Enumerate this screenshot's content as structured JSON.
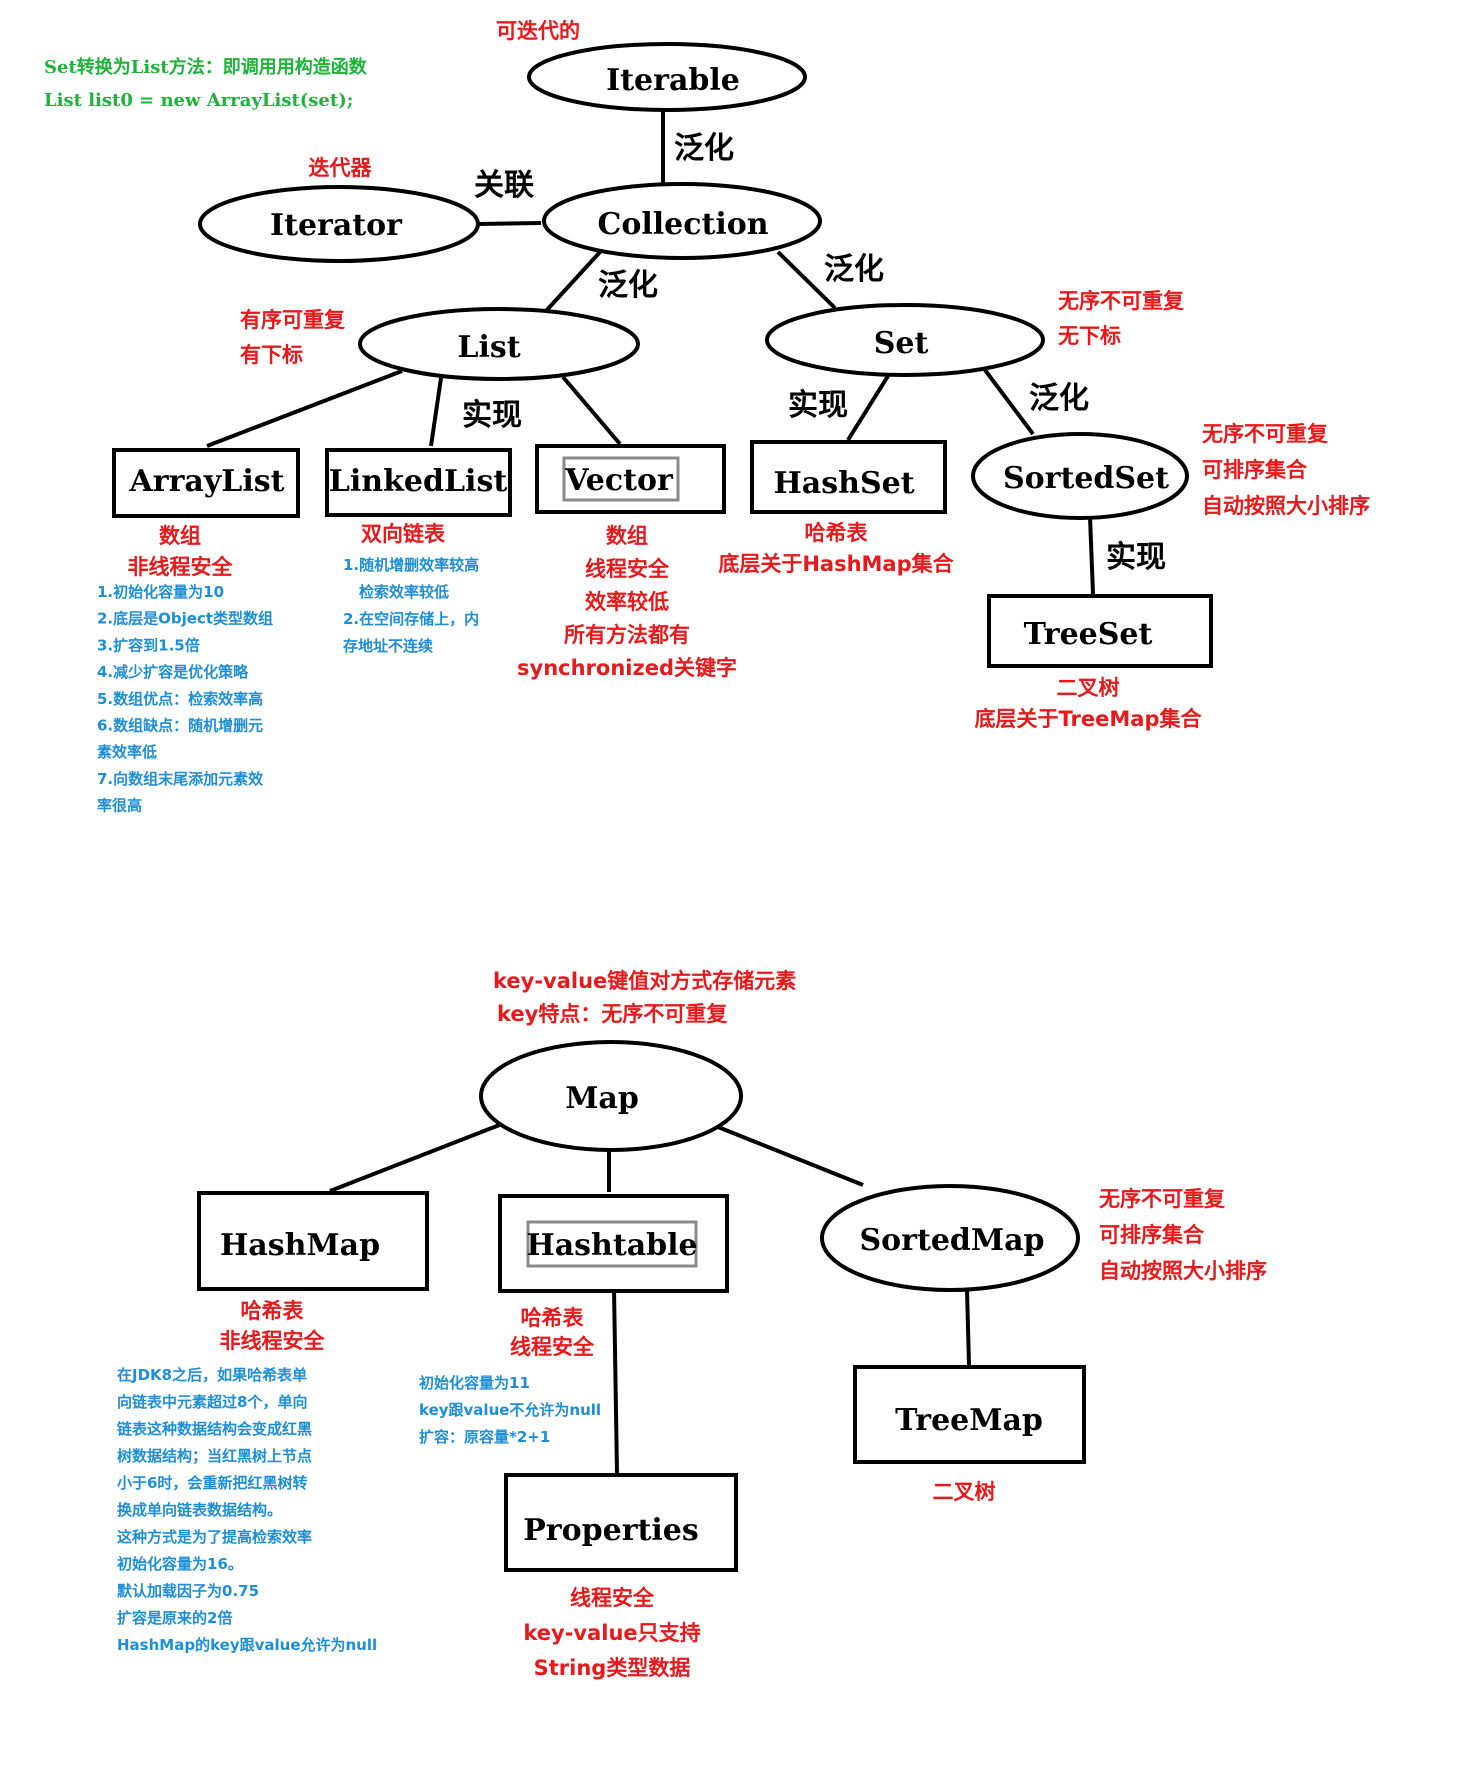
{
  "top_note": [
    "Set转换为List方法：即调用用构造函数",
    "List list0 = new ArrayList(set);"
  ],
  "nodes": {
    "iterable": "Iterable",
    "iterator": "Iterator",
    "collection": "Collection",
    "list": "List",
    "set": "Set",
    "arraylist": "ArrayList",
    "linkedlist": "LinkedList",
    "vector": "Vector",
    "hashset": "HashSet",
    "sortedset": "SortedSet",
    "treeset": "TreeSet",
    "map": "Map",
    "hashmap": "HashMap",
    "hashtable": "Hashtable",
    "sortedmap": "SortedMap",
    "treemap": "TreeMap",
    "properties": "Properties"
  },
  "edge_labels": {
    "iterable_collection": "泛化",
    "iterator_collection": "关联",
    "collection_list": "泛化",
    "collection_set": "泛化",
    "list_impl": "实现",
    "set_hashset": "实现",
    "set_sortedset": "泛化",
    "sortedset_treeset": "实现"
  },
  "notes": {
    "iterable": [
      "可迭代的"
    ],
    "iterator": [
      "迭代器"
    ],
    "list": [
      "有序可重复",
      "有下标"
    ],
    "set": [
      "无序不可重复",
      "无下标"
    ],
    "sortedset": [
      "无序不可重复",
      "可排序集合",
      "自动按照大小排序"
    ],
    "arraylist": [
      "数组",
      "非线程安全"
    ],
    "arraylist_detail": [
      "1.初始化容量为10",
      "2.底层是Object类型数组",
      "3.扩容到1.5倍",
      "4.减少扩容是优化策略",
      "5.数组优点：检索效率高",
      "6.数组缺点：随机增删元",
      "素效率低",
      "7.向数组末尾添加元素效",
      "率很高"
    ],
    "linkedlist": [
      "双向链表"
    ],
    "linkedlist_detail": [
      "1.随机增删效率较高",
      "检索效率较低",
      "2.在空间存储上，内",
      "存地址不连续"
    ],
    "vector": [
      "数组",
      "线程安全",
      "效率较低",
      "所有方法都有",
      "synchronized关键字"
    ],
    "hashset": [
      "哈希表",
      "底层关于HashMap集合"
    ],
    "treeset": [
      "二叉树",
      "底层关于TreeMap集合"
    ],
    "map": [
      "key-value键值对方式存储元素",
      "key特点：无序不可重复"
    ],
    "sortedmap": [
      "无序不可重复",
      "可排序集合",
      "自动按照大小排序"
    ],
    "hashmap": [
      "哈希表",
      "非线程安全"
    ],
    "hashmap_detail": [
      "在JDK8之后，如果哈希表单",
      "向链表中元素超过8个，单向",
      "链表这种数据结构会变成红黑",
      "树数据结构；当红黑树上节点",
      "小于6时，会重新把红黑树转",
      "换成单向链表数据结构。",
      "这种方式是为了提高检索效率",
      "初始化容量为16。",
      "默认加载因子为0.75",
      "扩容是原来的2倍",
      "HashMap的key跟value允许为null"
    ],
    "hashtable": [
      "哈希表",
      "线程安全"
    ],
    "hashtable_detail": [
      "初始化容量为11",
      "key跟value不允许为null",
      "扩容：原容量*2+1"
    ],
    "properties": [
      "线程安全",
      "key-value只支持",
      "String类型数据"
    ],
    "treemap": [
      "二叉树"
    ]
  }
}
